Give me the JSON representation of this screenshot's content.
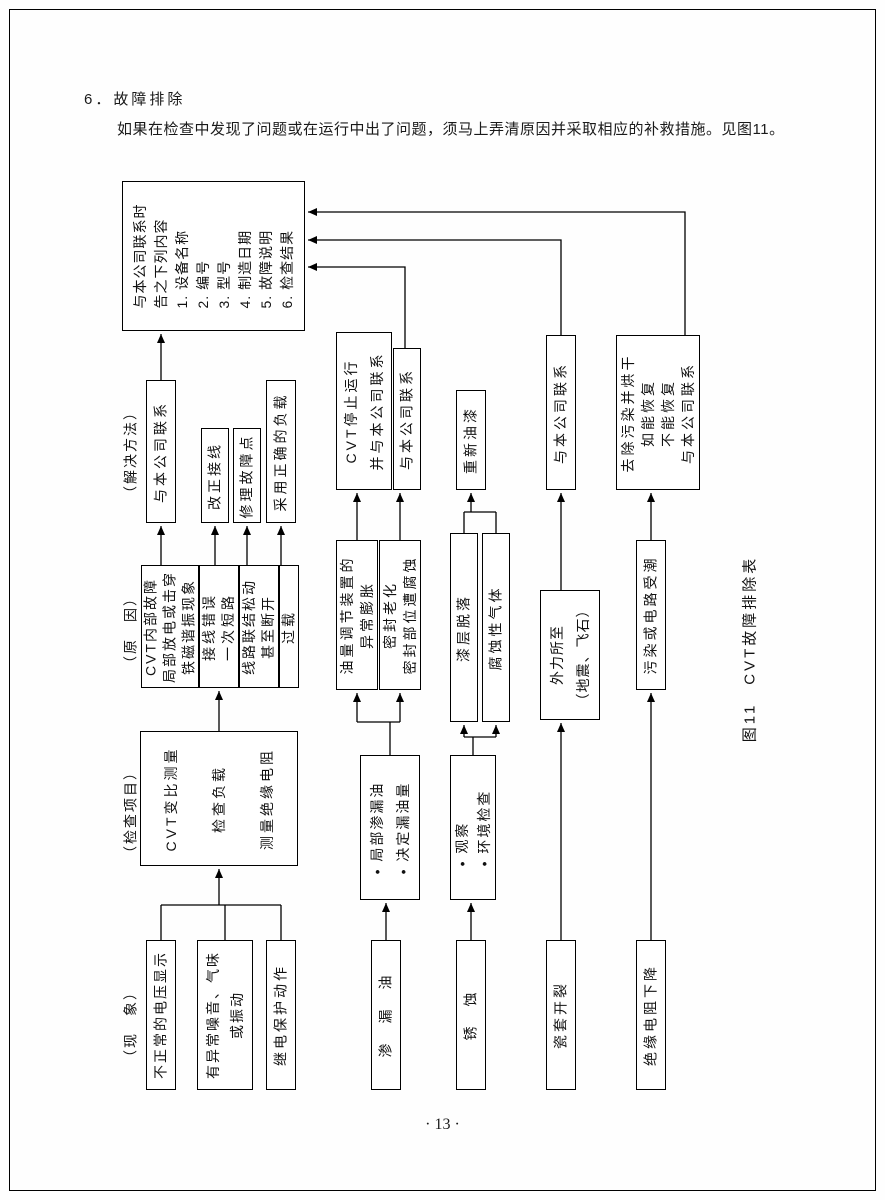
{
  "page": {
    "heading": "6．故障排除",
    "intro": "如果在检查中发现了问题或在运行中出了问题，须马上弄清原因并采取相应的补救措施。见图11。",
    "page_number": "· 13 ·",
    "figure_caption": "图11　CVT故障排除表"
  },
  "row_labels": {
    "solutions": "（解决方法）",
    "causes": "（原　因）",
    "inspection": "（检查项目）",
    "phenomena": "（现　象）"
  },
  "flowchart": {
    "contact_box": "与本公司联系时\n告之下列内容\n1. 设备名称\n2. 编号\n3. 型号\n4. 制造日期\n5. 故障说明\n6. 检查结果",
    "solutions": {
      "s1a": "与本公司联系",
      "s1b": "改正接线",
      "s1c": "修理故障点",
      "s1d": "采用正确的负载",
      "s2a": "CVT停止运行\n并与本公司联系",
      "s2b": "与本公司联系",
      "s3": "重新油漆",
      "s4": "与本公司联系",
      "s5": "去除污染并烘干\n如能恢复\n不能恢复\n与本公司联系"
    },
    "causes": {
      "c1a": "CVT内部故障\n局部放电或击穿\n铁磁谐振现象",
      "c1b": "接线错误\n一次短路",
      "c1c": "线路联结松动\n甚至断开",
      "c1d": "过载",
      "c2a": "油量调节装置的\n异常膨胀",
      "c2b": "密封老化\n密封部位遭腐蚀",
      "c3a": "漆层脱落",
      "c3b": "腐蚀性气体",
      "c4": "外力所至\n（地震、飞石）",
      "c5": "污染或电路受潮"
    },
    "inspections": {
      "i1": "CVT变比测量\n检查负载\n测量绝缘电阻",
      "i2": "• 局部渗漏油\n• 决定漏油量",
      "i3": "• 观察\n• 环境检查"
    },
    "phenomena": {
      "p1a": "不正常的电压显示",
      "p1b": "有异常噪音、气味\n或振动",
      "p1c": "继电保护动作",
      "p2": "渗　漏　油",
      "p3": "锈　蚀",
      "p4": "瓷套开裂",
      "p5": "绝缘电阻下降"
    }
  }
}
